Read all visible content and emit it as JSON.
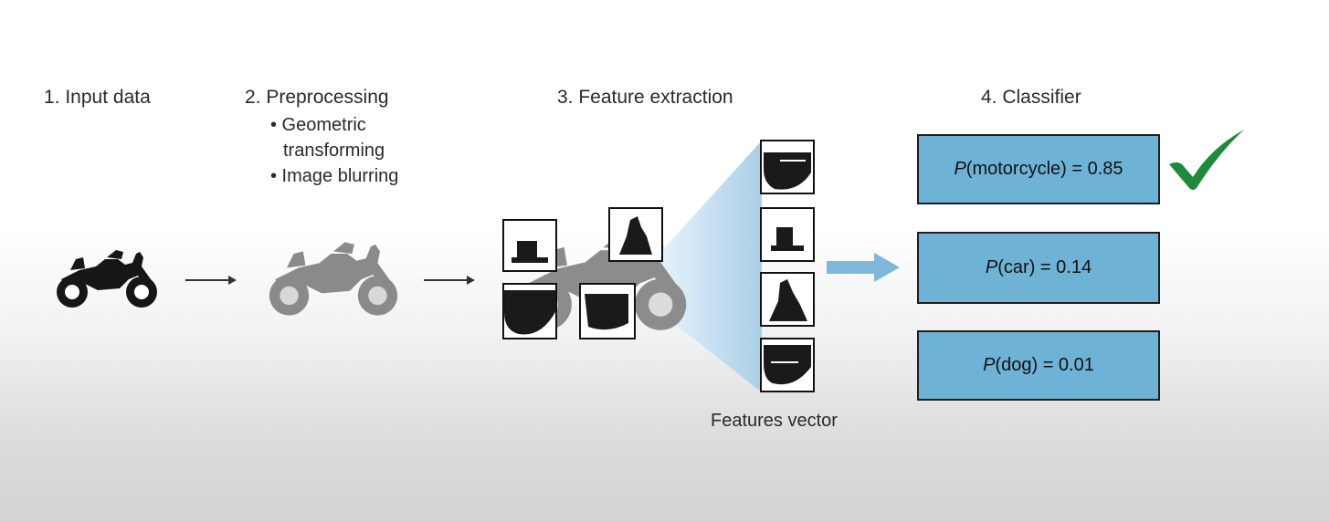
{
  "steps": {
    "input": "1. Input data",
    "preprocessing": "2. Preprocessing",
    "feature_extraction": "3. Feature extraction",
    "classifier": "4. Classifier"
  },
  "preprocessing_bullets": {
    "b1_line1": "• Geometric",
    "b1_line2": "transforming",
    "b2": "• Image blurring"
  },
  "features_vector_label": "Features vector",
  "classifier_outputs": [
    {
      "p": "P",
      "rest": "(motorcycle) = 0.85",
      "selected": true
    },
    {
      "p": "P",
      "rest": "(car) = 0.14",
      "selected": false
    },
    {
      "p": "P",
      "rest": "(dog) = 0.01",
      "selected": false
    }
  ],
  "colors": {
    "box_fill": "#6eb3d5",
    "checkmark": "#1f8a3a",
    "arrow_blue": "#7fb7dd"
  }
}
